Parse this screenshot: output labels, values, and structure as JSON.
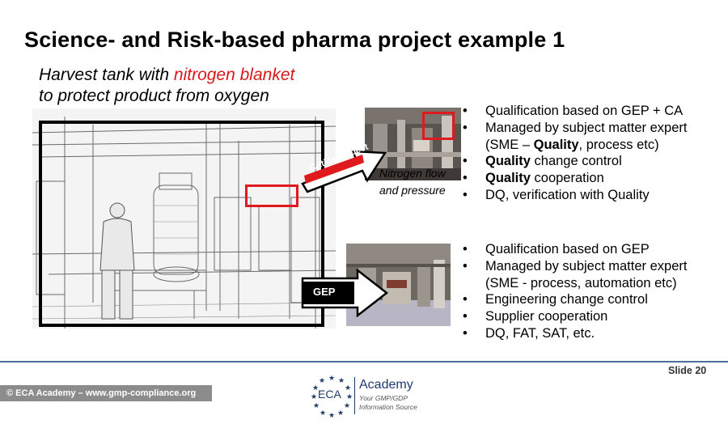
{
  "title": "Science- and Risk-based pharma project example 1",
  "subtitle": {
    "line1_prefix": "Harvest tank with ",
    "line1_highlight": "nitrogen blanket",
    "line2": "to protect product from oxygen"
  },
  "arrows": {
    "critical_aspect": "Critical Aspect",
    "gep": "GEP"
  },
  "nitrogen_caption": [
    "Nitrogen flow",
    "and pressure"
  ],
  "critical_bullets": [
    [
      "Qualification based on GEP + CA"
    ],
    [
      "Managed by subject matter expert"
    ],
    [
      "(SME – ",
      "Quality",
      ", process etc)"
    ],
    [
      "Quality",
      " change control"
    ],
    [
      "Quality",
      " cooperation"
    ],
    [
      "DQ, verification with Quality"
    ]
  ],
  "gep_bullets": [
    "Qualification based on GEP",
    "Managed by subject matter expert",
    "(SME - process, automation etc)",
    "Engineering change control",
    "Supplier cooperation",
    "DQ, FAT, SAT, etc."
  ],
  "slide_number": "Slide 20",
  "footer": "© ECA Academy – www.gmp-compliance.org",
  "logo": {
    "eca": "ECA",
    "academy": "Academy",
    "tagline1": "Your GMP/GDP",
    "tagline2": "Information Source"
  },
  "colors": {
    "highlight_red": "#d7191c",
    "box_red": "#e0191e",
    "rule_blue": "#4d6fa0",
    "footer_gray": "#8c8c8c",
    "logo_navy": "#213a6e"
  }
}
